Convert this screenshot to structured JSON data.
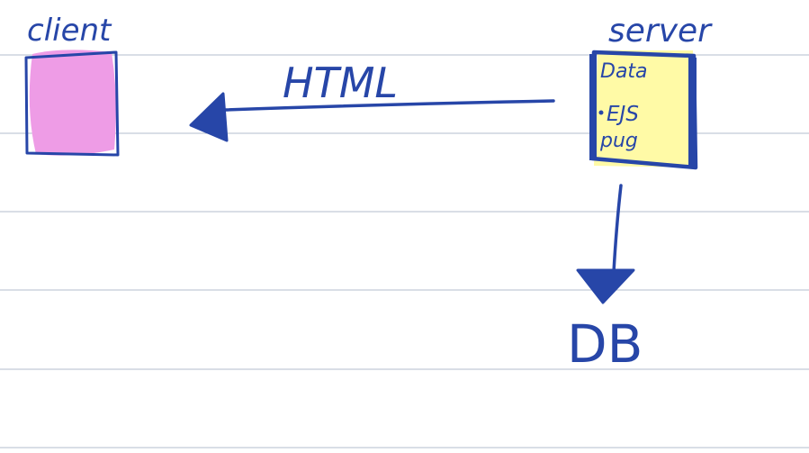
{
  "diagram": {
    "client": {
      "label": "client",
      "fill_color": "#ee9ce6"
    },
    "server": {
      "label": "server",
      "fill_color": "#fffaa6",
      "contents": [
        "Data",
        "EJS",
        "pug"
      ]
    },
    "arrow_to_client": {
      "label": "HTML"
    },
    "database": {
      "label": "DB"
    }
  },
  "colors": {
    "ink": "#2746a8",
    "ruled_line": "#b3bdcc",
    "paper": "#ffffff"
  }
}
